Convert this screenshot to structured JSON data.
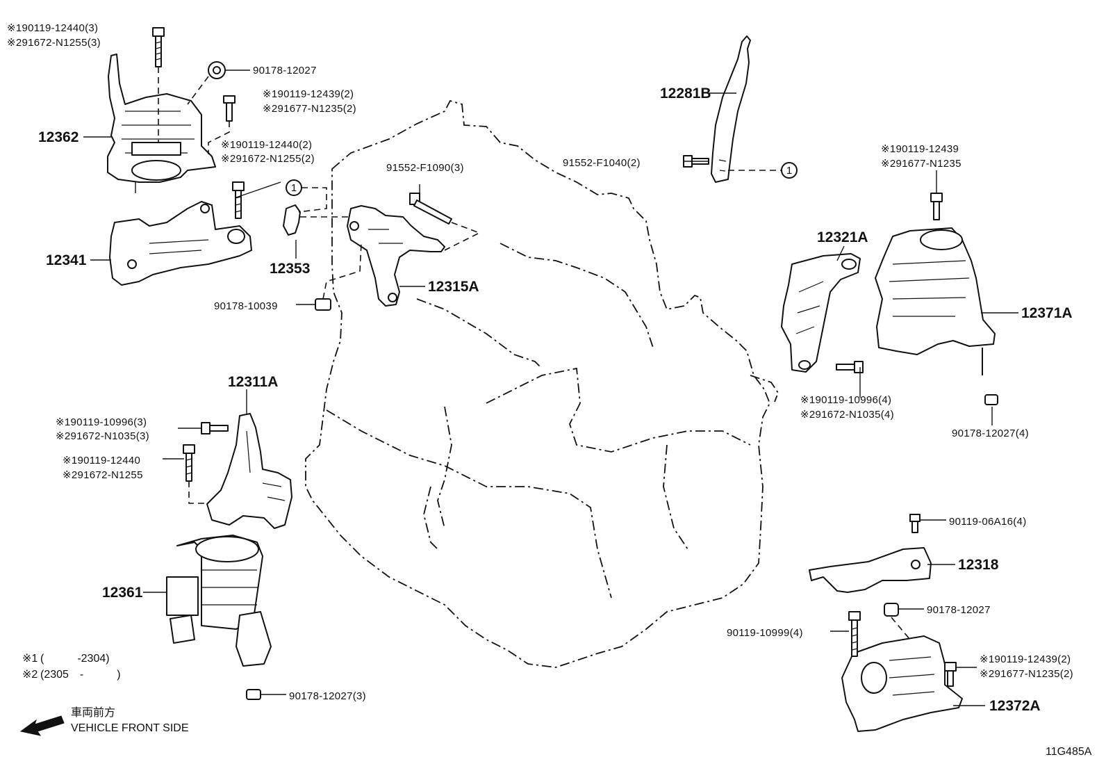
{
  "diagram": {
    "code": "11G485A",
    "footnotes": [
      {
        "mark": "※1",
        "range": "(　　　-2304)"
      },
      {
        "mark": "※2",
        "range": "(2305　-　　　)"
      }
    ],
    "direction": {
      "jp": "車両前方",
      "en": "VEHICLE FRONT SIDE"
    },
    "parts": [
      {
        "id": "12362",
        "label": "12362"
      },
      {
        "id": "12341",
        "label": "12341"
      },
      {
        "id": "12353",
        "label": "12353"
      },
      {
        "id": "12315A",
        "label": "12315A"
      },
      {
        "id": "12281B",
        "label": "12281B"
      },
      {
        "id": "12321A",
        "label": "12321A"
      },
      {
        "id": "12371A",
        "label": "12371A"
      },
      {
        "id": "12311A",
        "label": "12311A"
      },
      {
        "id": "12361",
        "label": "12361"
      },
      {
        "id": "12318",
        "label": "12318"
      },
      {
        "id": "12372A",
        "label": "12372A"
      }
    ],
    "fasteners": [
      {
        "id": "f1a",
        "label": "※190119-12440(3)"
      },
      {
        "id": "f1b",
        "label": "※291672-N1255(3)"
      },
      {
        "id": "f2",
        "label": "90178-12027"
      },
      {
        "id": "f3a",
        "label": "※190119-12439(2)"
      },
      {
        "id": "f3b",
        "label": "※291677-N1235(2)"
      },
      {
        "id": "f4a",
        "label": "※190119-12440(2)"
      },
      {
        "id": "f4b",
        "label": "※291672-N1255(2)"
      },
      {
        "id": "f5",
        "label": "91552-F1090(3)"
      },
      {
        "id": "f6",
        "label": "90178-10039"
      },
      {
        "id": "f7",
        "label": "91552-F1040(2)"
      },
      {
        "id": "f8a",
        "label": "※190119-12439"
      },
      {
        "id": "f8b",
        "label": "※291677-N1235"
      },
      {
        "id": "f9a",
        "label": "※190119-10996(4)"
      },
      {
        "id": "f9b",
        "label": "※291672-N1035(4)"
      },
      {
        "id": "f10",
        "label": "90178-12027(4)"
      },
      {
        "id": "f11a",
        "label": "※190119-10996(3)"
      },
      {
        "id": "f11b",
        "label": "※291672-N1035(3)"
      },
      {
        "id": "f12a",
        "label": "※190119-12440"
      },
      {
        "id": "f12b",
        "label": "※291672-N1255"
      },
      {
        "id": "f13",
        "label": "90119-06A16(4)"
      },
      {
        "id": "f14",
        "label": "90178-12027"
      },
      {
        "id": "f15",
        "label": "90119-10999(4)"
      },
      {
        "id": "f16a",
        "label": "※190119-12439(2)"
      },
      {
        "id": "f16b",
        "label": "※291677-N1235(2)"
      },
      {
        "id": "f17",
        "label": "90178-12027(3)"
      }
    ],
    "callout": "1"
  }
}
